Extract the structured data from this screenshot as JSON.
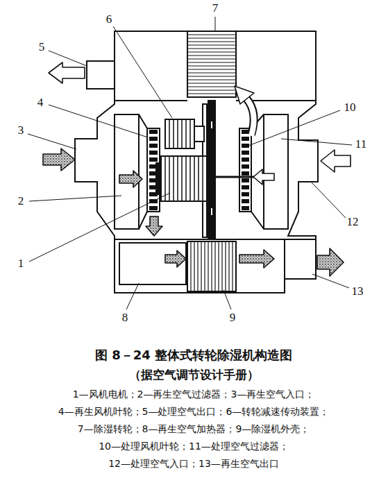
{
  "diagram": {
    "title": "图 8－24 整体式转轮除湿机构造图",
    "caption": "（据空气调节设计手册）",
    "labels": [
      "1",
      "2",
      "3",
      "4",
      "5",
      "6",
      "7",
      "8",
      "9",
      "10",
      "11",
      "12",
      "13",
      "1—风机电机；2—再生空气过滤器；3—再生空气入口；",
      "4—再生风机叶轮；5—处理空气出口；6—转轮减速传动装置；",
      "7—除湿转轮；8—再生空气加热器；9—除湿机外壳；",
      "10—处理风机叶轮；11—处理空气过滤器；",
      "12—处理空气入口；13—再生空气出口"
    ]
  }
}
